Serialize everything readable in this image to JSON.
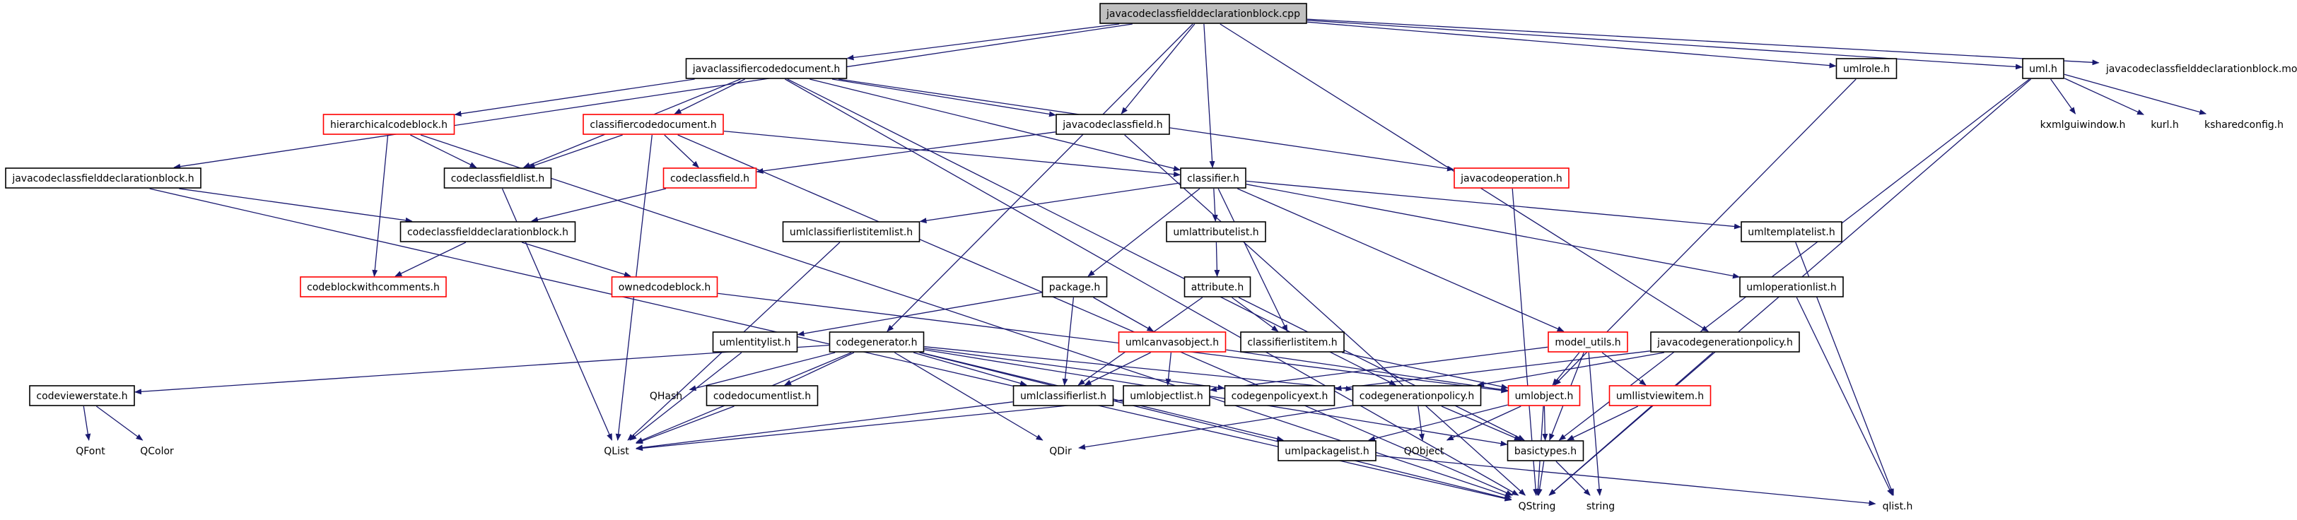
{
  "graph": {
    "nodes": [
      {
        "id": "root",
        "label": "javacodeclassfielddeclarationblock.cpp",
        "style": "root"
      },
      {
        "id": "jccd",
        "label": "javaclassifiercodedocument.h",
        "style": "normal"
      },
      {
        "id": "umlrole",
        "label": "umlrole.h",
        "style": "normal"
      },
      {
        "id": "umlh",
        "label": "uml.h",
        "style": "normal"
      },
      {
        "id": "moc",
        "label": "javacodeclassfielddeclarationblock.moc",
        "style": "plain"
      },
      {
        "id": "hcb",
        "label": "hierarchicalcodeblock.h",
        "style": "red"
      },
      {
        "id": "ccd",
        "label": "classifiercodedocument.h",
        "style": "red"
      },
      {
        "id": "jcf",
        "label": "javacodeclassfield.h",
        "style": "normal"
      },
      {
        "id": "kxml",
        "label": "kxmlguiwindow.h",
        "style": "plain"
      },
      {
        "id": "kurl",
        "label": "kurl.h",
        "style": "plain"
      },
      {
        "id": "kshared",
        "label": "ksharedconfig.h",
        "style": "plain"
      },
      {
        "id": "jcfdbh",
        "label": "javacodeclassfielddeclarationblock.h",
        "style": "normal"
      },
      {
        "id": "cfl",
        "label": "codeclassfieldlist.h",
        "style": "normal"
      },
      {
        "id": "ccf",
        "label": "codeclassfield.h",
        "style": "red"
      },
      {
        "id": "classifier",
        "label": "classifier.h",
        "style": "normal"
      },
      {
        "id": "jco",
        "label": "javacodeoperation.h",
        "style": "red"
      },
      {
        "id": "ccfdb",
        "label": "codeclassfielddeclarationblock.h",
        "style": "normal"
      },
      {
        "id": "ucli",
        "label": "umlclassifierlistitemlist.h",
        "style": "normal"
      },
      {
        "id": "ual",
        "label": "umlattributelist.h",
        "style": "normal"
      },
      {
        "id": "utl",
        "label": "umltemplatelist.h",
        "style": "normal"
      },
      {
        "id": "cbwc",
        "label": "codeblockwithcomments.h",
        "style": "red"
      },
      {
        "id": "ocb",
        "label": "ownedcodeblock.h",
        "style": "red"
      },
      {
        "id": "package",
        "label": "package.h",
        "style": "normal"
      },
      {
        "id": "attribute",
        "label": "attribute.h",
        "style": "normal"
      },
      {
        "id": "uol",
        "label": "umloperationlist.h",
        "style": "normal"
      },
      {
        "id": "uel",
        "label": "umlentitylist.h",
        "style": "normal"
      },
      {
        "id": "codegen",
        "label": "codegenerator.h",
        "style": "normal"
      },
      {
        "id": "uco",
        "label": "umlcanvasobject.h",
        "style": "red"
      },
      {
        "id": "cli",
        "label": "classifierlistitem.h",
        "style": "normal"
      },
      {
        "id": "mu",
        "label": "model_utils.h",
        "style": "red"
      },
      {
        "id": "jcgp",
        "label": "javacodegenerationpolicy.h",
        "style": "normal"
      },
      {
        "id": "cvs",
        "label": "codeviewerstate.h",
        "style": "normal"
      },
      {
        "id": "qhash",
        "label": "QHash",
        "style": "plain"
      },
      {
        "id": "cdl",
        "label": "codedocumentlist.h",
        "style": "normal"
      },
      {
        "id": "ucl",
        "label": "umlclassifierlist.h",
        "style": "normal"
      },
      {
        "id": "uobjl",
        "label": "umlobjectlist.h",
        "style": "normal"
      },
      {
        "id": "cgpe",
        "label": "codegenpolicyext.h",
        "style": "normal"
      },
      {
        "id": "cgp",
        "label": "codegenerationpolicy.h",
        "style": "normal"
      },
      {
        "id": "umlobject",
        "label": "umlobject.h",
        "style": "red"
      },
      {
        "id": "ulvi",
        "label": "umllistviewitem.h",
        "style": "red"
      },
      {
        "id": "qfont",
        "label": "QFont",
        "style": "plain"
      },
      {
        "id": "qcolor",
        "label": "QColor",
        "style": "plain"
      },
      {
        "id": "qlist",
        "label": "QList",
        "style": "plain"
      },
      {
        "id": "qdir",
        "label": "QDir",
        "style": "plain"
      },
      {
        "id": "upl",
        "label": "umlpackagelist.h",
        "style": "normal"
      },
      {
        "id": "qobject",
        "label": "QObject",
        "style": "plain"
      },
      {
        "id": "basictypes",
        "label": "basictypes.h",
        "style": "normal"
      },
      {
        "id": "qstring",
        "label": "QString",
        "style": "plain"
      },
      {
        "id": "string",
        "label": "string",
        "style": "plain"
      },
      {
        "id": "qlisth",
        "label": "qlist.h",
        "style": "plain"
      }
    ],
    "edges": [
      [
        "root",
        "jccd"
      ],
      [
        "root",
        "umlrole"
      ],
      [
        "root",
        "umlh"
      ],
      [
        "root",
        "moc"
      ],
      [
        "root",
        "jcfdbh"
      ],
      [
        "root",
        "jcf"
      ],
      [
        "root",
        "classifier"
      ],
      [
        "root",
        "codegen"
      ],
      [
        "root",
        "jcgp"
      ],
      [
        "jccd",
        "hcb"
      ],
      [
        "jccd",
        "ccd"
      ],
      [
        "jccd",
        "jcf"
      ],
      [
        "jccd",
        "cfl"
      ],
      [
        "jccd",
        "classifier"
      ],
      [
        "jccd",
        "jco"
      ],
      [
        "jccd",
        "qstring"
      ],
      [
        "jccd",
        "cgp"
      ],
      [
        "hcb",
        "cfl"
      ],
      [
        "hcb",
        "cbwc"
      ],
      [
        "hcb",
        "qstring"
      ],
      [
        "ccd",
        "cfl"
      ],
      [
        "ccd",
        "ccf"
      ],
      [
        "ccd",
        "classifier"
      ],
      [
        "ccd",
        "qlist"
      ],
      [
        "ccd",
        "qstring"
      ],
      [
        "jcf",
        "ccf"
      ],
      [
        "jcf",
        "qstring"
      ],
      [
        "cfl",
        "qlist"
      ],
      [
        "ccf",
        "ccfdb"
      ],
      [
        "jcfdbh",
        "ccfdb"
      ],
      [
        "jcfdbh",
        "qstring"
      ],
      [
        "ccfdb",
        "cbwc"
      ],
      [
        "ccfdb",
        "ocb"
      ],
      [
        "ocb",
        "umlobject"
      ],
      [
        "classifier",
        "ucli"
      ],
      [
        "classifier",
        "ual"
      ],
      [
        "classifier",
        "utl"
      ],
      [
        "classifier",
        "package"
      ],
      [
        "classifier",
        "uol"
      ],
      [
        "classifier",
        "cli"
      ],
      [
        "classifier",
        "mu"
      ],
      [
        "ucli",
        "qlist"
      ],
      [
        "ual",
        "attribute"
      ],
      [
        "attribute",
        "cli"
      ],
      [
        "attribute",
        "ucl"
      ],
      [
        "attribute",
        "basictypes"
      ],
      [
        "package",
        "uel"
      ],
      [
        "package",
        "uco"
      ],
      [
        "package",
        "ucl"
      ],
      [
        "uco",
        "uobjl"
      ],
      [
        "uco",
        "ucl"
      ],
      [
        "uco",
        "umlobject"
      ],
      [
        "cli",
        "umlobject"
      ],
      [
        "uel",
        "qlist"
      ],
      [
        "codegen",
        "cvs"
      ],
      [
        "codegen",
        "qhash"
      ],
      [
        "codegen",
        "cdl"
      ],
      [
        "codegen",
        "ucl"
      ],
      [
        "codegen",
        "cgpe"
      ],
      [
        "codegen",
        "cgp"
      ],
      [
        "codegen",
        "qlist"
      ],
      [
        "codegen",
        "qdir"
      ],
      [
        "codegen",
        "upl"
      ],
      [
        "codegen",
        "basictypes"
      ],
      [
        "codegen",
        "qstring"
      ],
      [
        "cvs",
        "qfont"
      ],
      [
        "cvs",
        "qcolor"
      ],
      [
        "cdl",
        "qlist"
      ],
      [
        "ucl",
        "qlist"
      ],
      [
        "uobjl",
        "qlist"
      ],
      [
        "cgp",
        "qobject"
      ],
      [
        "cgp",
        "qdir"
      ],
      [
        "cgp",
        "basictypes"
      ],
      [
        "mu",
        "uobjl"
      ],
      [
        "mu",
        "umlobject"
      ],
      [
        "mu",
        "ulvi"
      ],
      [
        "mu",
        "basictypes"
      ],
      [
        "mu",
        "string"
      ],
      [
        "jcgp",
        "cgpe"
      ],
      [
        "jcgp",
        "cgp"
      ],
      [
        "jcgp",
        "qstring"
      ],
      [
        "umlobject",
        "qobject"
      ],
      [
        "umlobject",
        "basictypes"
      ],
      [
        "umlobject",
        "qstring"
      ],
      [
        "umlobject",
        "upl"
      ],
      [
        "ulvi",
        "basictypes"
      ],
      [
        "upl",
        "qlisth"
      ],
      [
        "basictypes",
        "qstring"
      ],
      [
        "basictypes",
        "string"
      ],
      [
        "umlrole",
        "umlobject"
      ],
      [
        "umlh",
        "kxml"
      ],
      [
        "umlh",
        "kurl"
      ],
      [
        "umlh",
        "kshared"
      ],
      [
        "umlh",
        "basictypes"
      ],
      [
        "umlh",
        "qstring"
      ],
      [
        "utl",
        "qlisth"
      ],
      [
        "uol",
        "qlisth"
      ],
      [
        "jco",
        "qstring"
      ]
    ],
    "colors": {
      "edge": "#191970",
      "normal_border": "#000000",
      "red_border": "#ff0000",
      "root_fill": "#bfbfbf",
      "text": "#000000"
    }
  }
}
